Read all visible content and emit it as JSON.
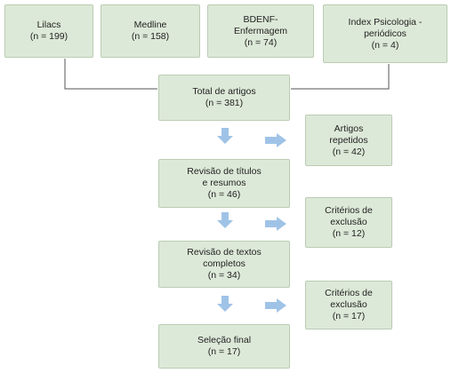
{
  "sources": [
    {
      "lines": [
        "Lilacs",
        "(n = 199)"
      ]
    },
    {
      "lines": [
        "Medline",
        "(n = 158)"
      ]
    },
    {
      "lines": [
        "BDENF-",
        "Enfermagem",
        "(n = 74)"
      ]
    },
    {
      "lines": [
        "Index Psicologia -",
        "periódicos",
        "(n = 4)"
      ]
    }
  ],
  "steps": [
    {
      "lines": [
        "Total de artigos",
        "(n = 381)"
      ]
    },
    {
      "lines": [
        "Revisão de títulos",
        "e resumos",
        "(n = 46)"
      ]
    },
    {
      "lines": [
        "Revisão de textos",
        "completos",
        "(n = 34)"
      ]
    },
    {
      "lines": [
        "Seleção final",
        "(n = 17)"
      ]
    }
  ],
  "exclusions": [
    {
      "lines": [
        "Artigos",
        "repetidos",
        "(n = 42)"
      ]
    },
    {
      "lines": [
        "Critérios de",
        "exclusão",
        "(n = 12)"
      ]
    },
    {
      "lines": [
        "Critérios de",
        "exclusão",
        "(n = 17)"
      ]
    }
  ],
  "colors": {
    "box_fill": "#dde9d8",
    "box_border": "#b9ccb3",
    "arrow": "#9fc3e7",
    "line": "#555555"
  }
}
